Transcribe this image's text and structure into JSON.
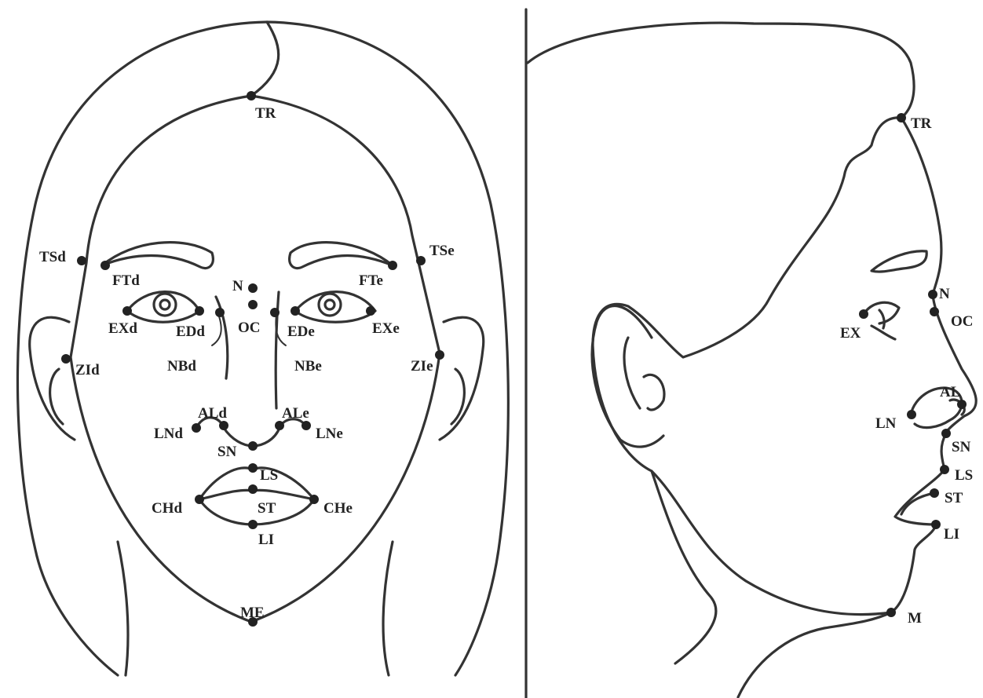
{
  "frontal_view": {
    "landmarks": {
      "TR": "TR",
      "TSd": "TSd",
      "TSe": "TSe",
      "FTd": "FTd",
      "FTe": "FTe",
      "N": "N",
      "OC": "OC",
      "EXd": "EXd",
      "EDd": "EDd",
      "EDe": "EDe",
      "EXe": "EXe",
      "NBd": "NBd",
      "NBe": "NBe",
      "ZId": "ZId",
      "ZIe": "ZIe",
      "ALd": "ALd",
      "ALe": "ALe",
      "LNd": "LNd",
      "LNe": "LNe",
      "SN": "SN",
      "LS": "LS",
      "ST": "ST",
      "CHd": "CHd",
      "CHe": "CHe",
      "LI": "LI",
      "ME": "ME"
    }
  },
  "profile_view": {
    "landmarks": {
      "TR": "TR",
      "N": "N",
      "OC": "OC",
      "EX": "EX",
      "AL": "AL",
      "LN": "LN",
      "SN": "SN",
      "LS": "LS",
      "ST": "ST",
      "LI": "LI",
      "M": "M"
    }
  }
}
